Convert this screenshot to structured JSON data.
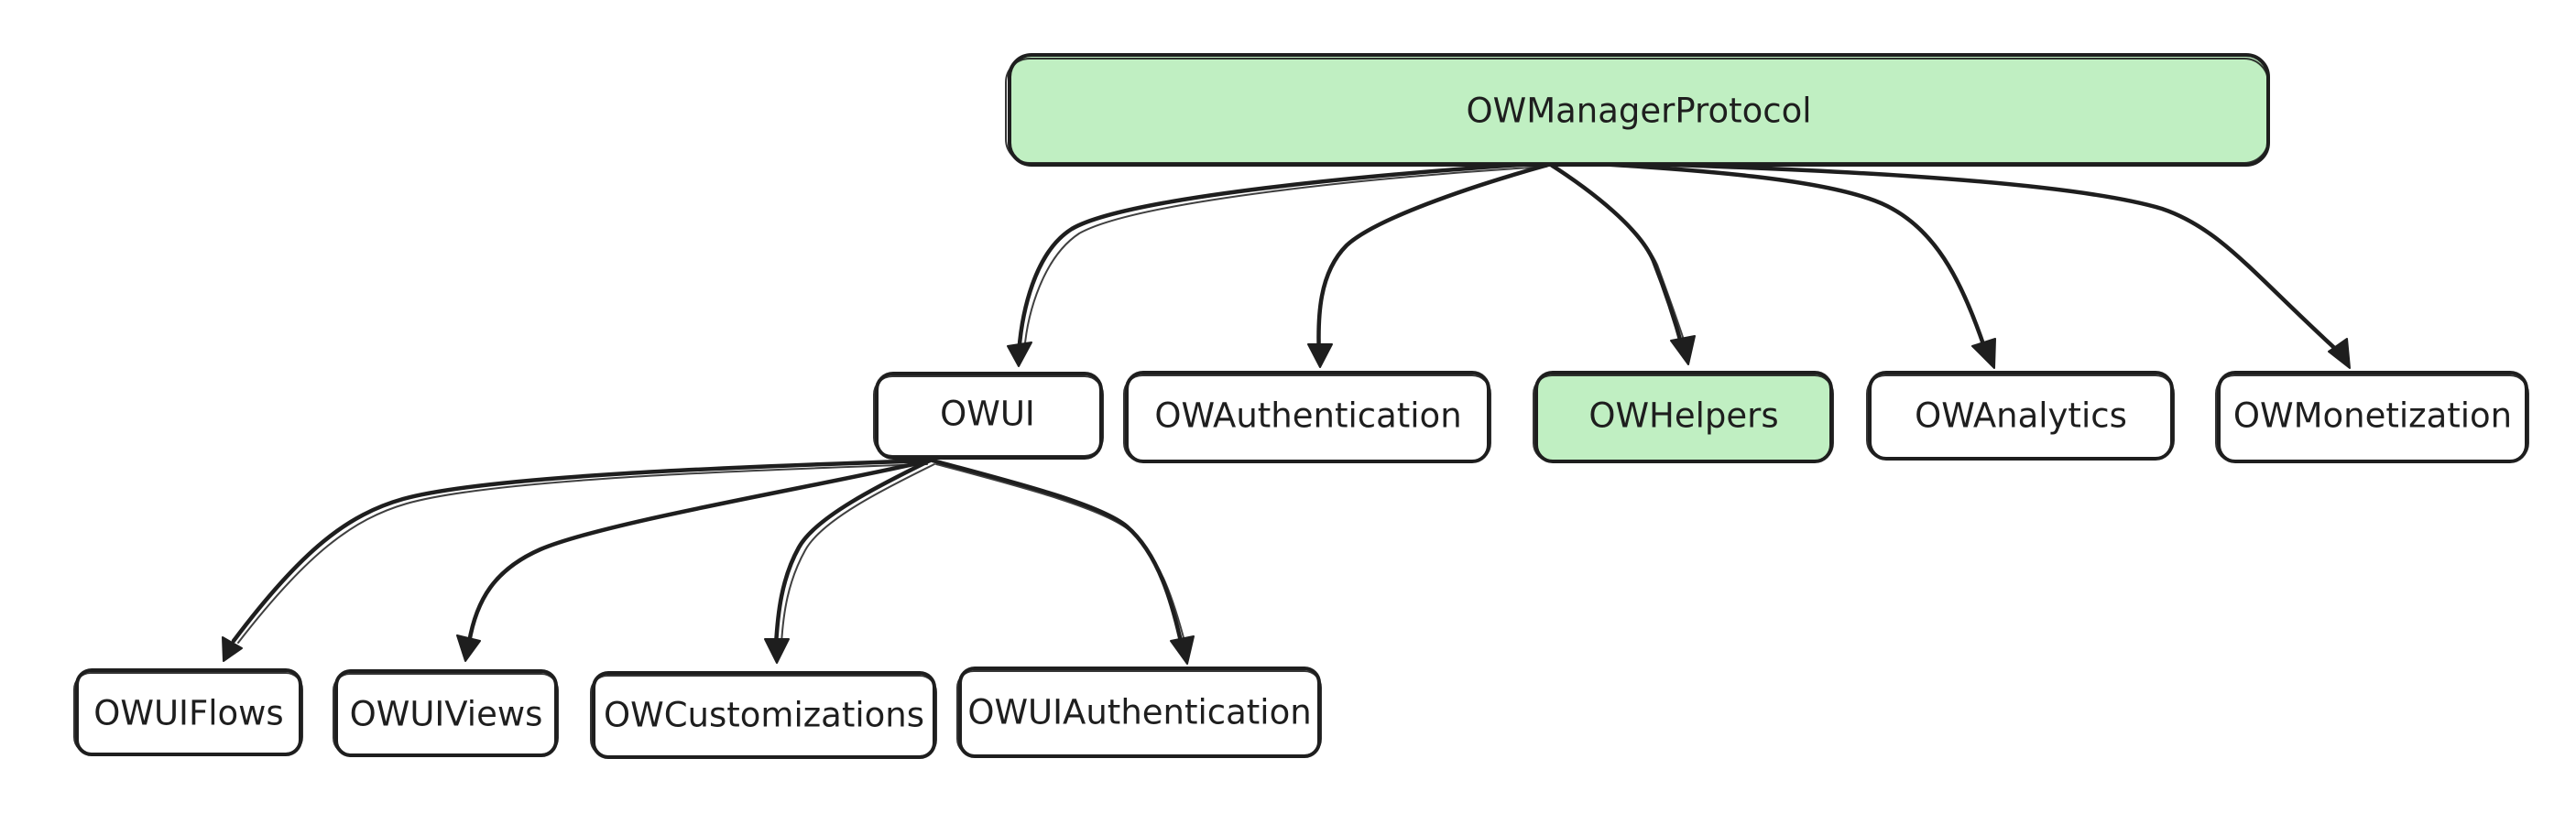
{
  "colors": {
    "stroke": "#1e1e1e",
    "default_fill": "#ffffff",
    "highlight_fill": "#c0efc2",
    "background": "#ffffff"
  },
  "nodes": {
    "root": {
      "label": "OWManagerProtocol",
      "highlighted": true
    },
    "owui": {
      "label": "OWUI",
      "highlighted": false
    },
    "authentication": {
      "label": "OWAuthentication",
      "highlighted": false
    },
    "helpers": {
      "label": "OWHelpers",
      "highlighted": true
    },
    "analytics": {
      "label": "OWAnalytics",
      "highlighted": false
    },
    "monetization": {
      "label": "OWMonetization",
      "highlighted": false
    },
    "ui_flows": {
      "label": "OWUIFlows",
      "highlighted": false
    },
    "ui_views": {
      "label": "OWUIViews",
      "highlighted": false
    },
    "customizations": {
      "label": "OWCustomizations",
      "highlighted": false
    },
    "ui_authentication": {
      "label": "OWUIAuthentication",
      "highlighted": false
    }
  },
  "edges": [
    {
      "from": "root",
      "to": "owui"
    },
    {
      "from": "root",
      "to": "authentication"
    },
    {
      "from": "root",
      "to": "helpers"
    },
    {
      "from": "root",
      "to": "analytics"
    },
    {
      "from": "root",
      "to": "monetization"
    },
    {
      "from": "owui",
      "to": "ui_flows"
    },
    {
      "from": "owui",
      "to": "ui_views"
    },
    {
      "from": "owui",
      "to": "customizations"
    },
    {
      "from": "owui",
      "to": "ui_authentication"
    }
  ]
}
